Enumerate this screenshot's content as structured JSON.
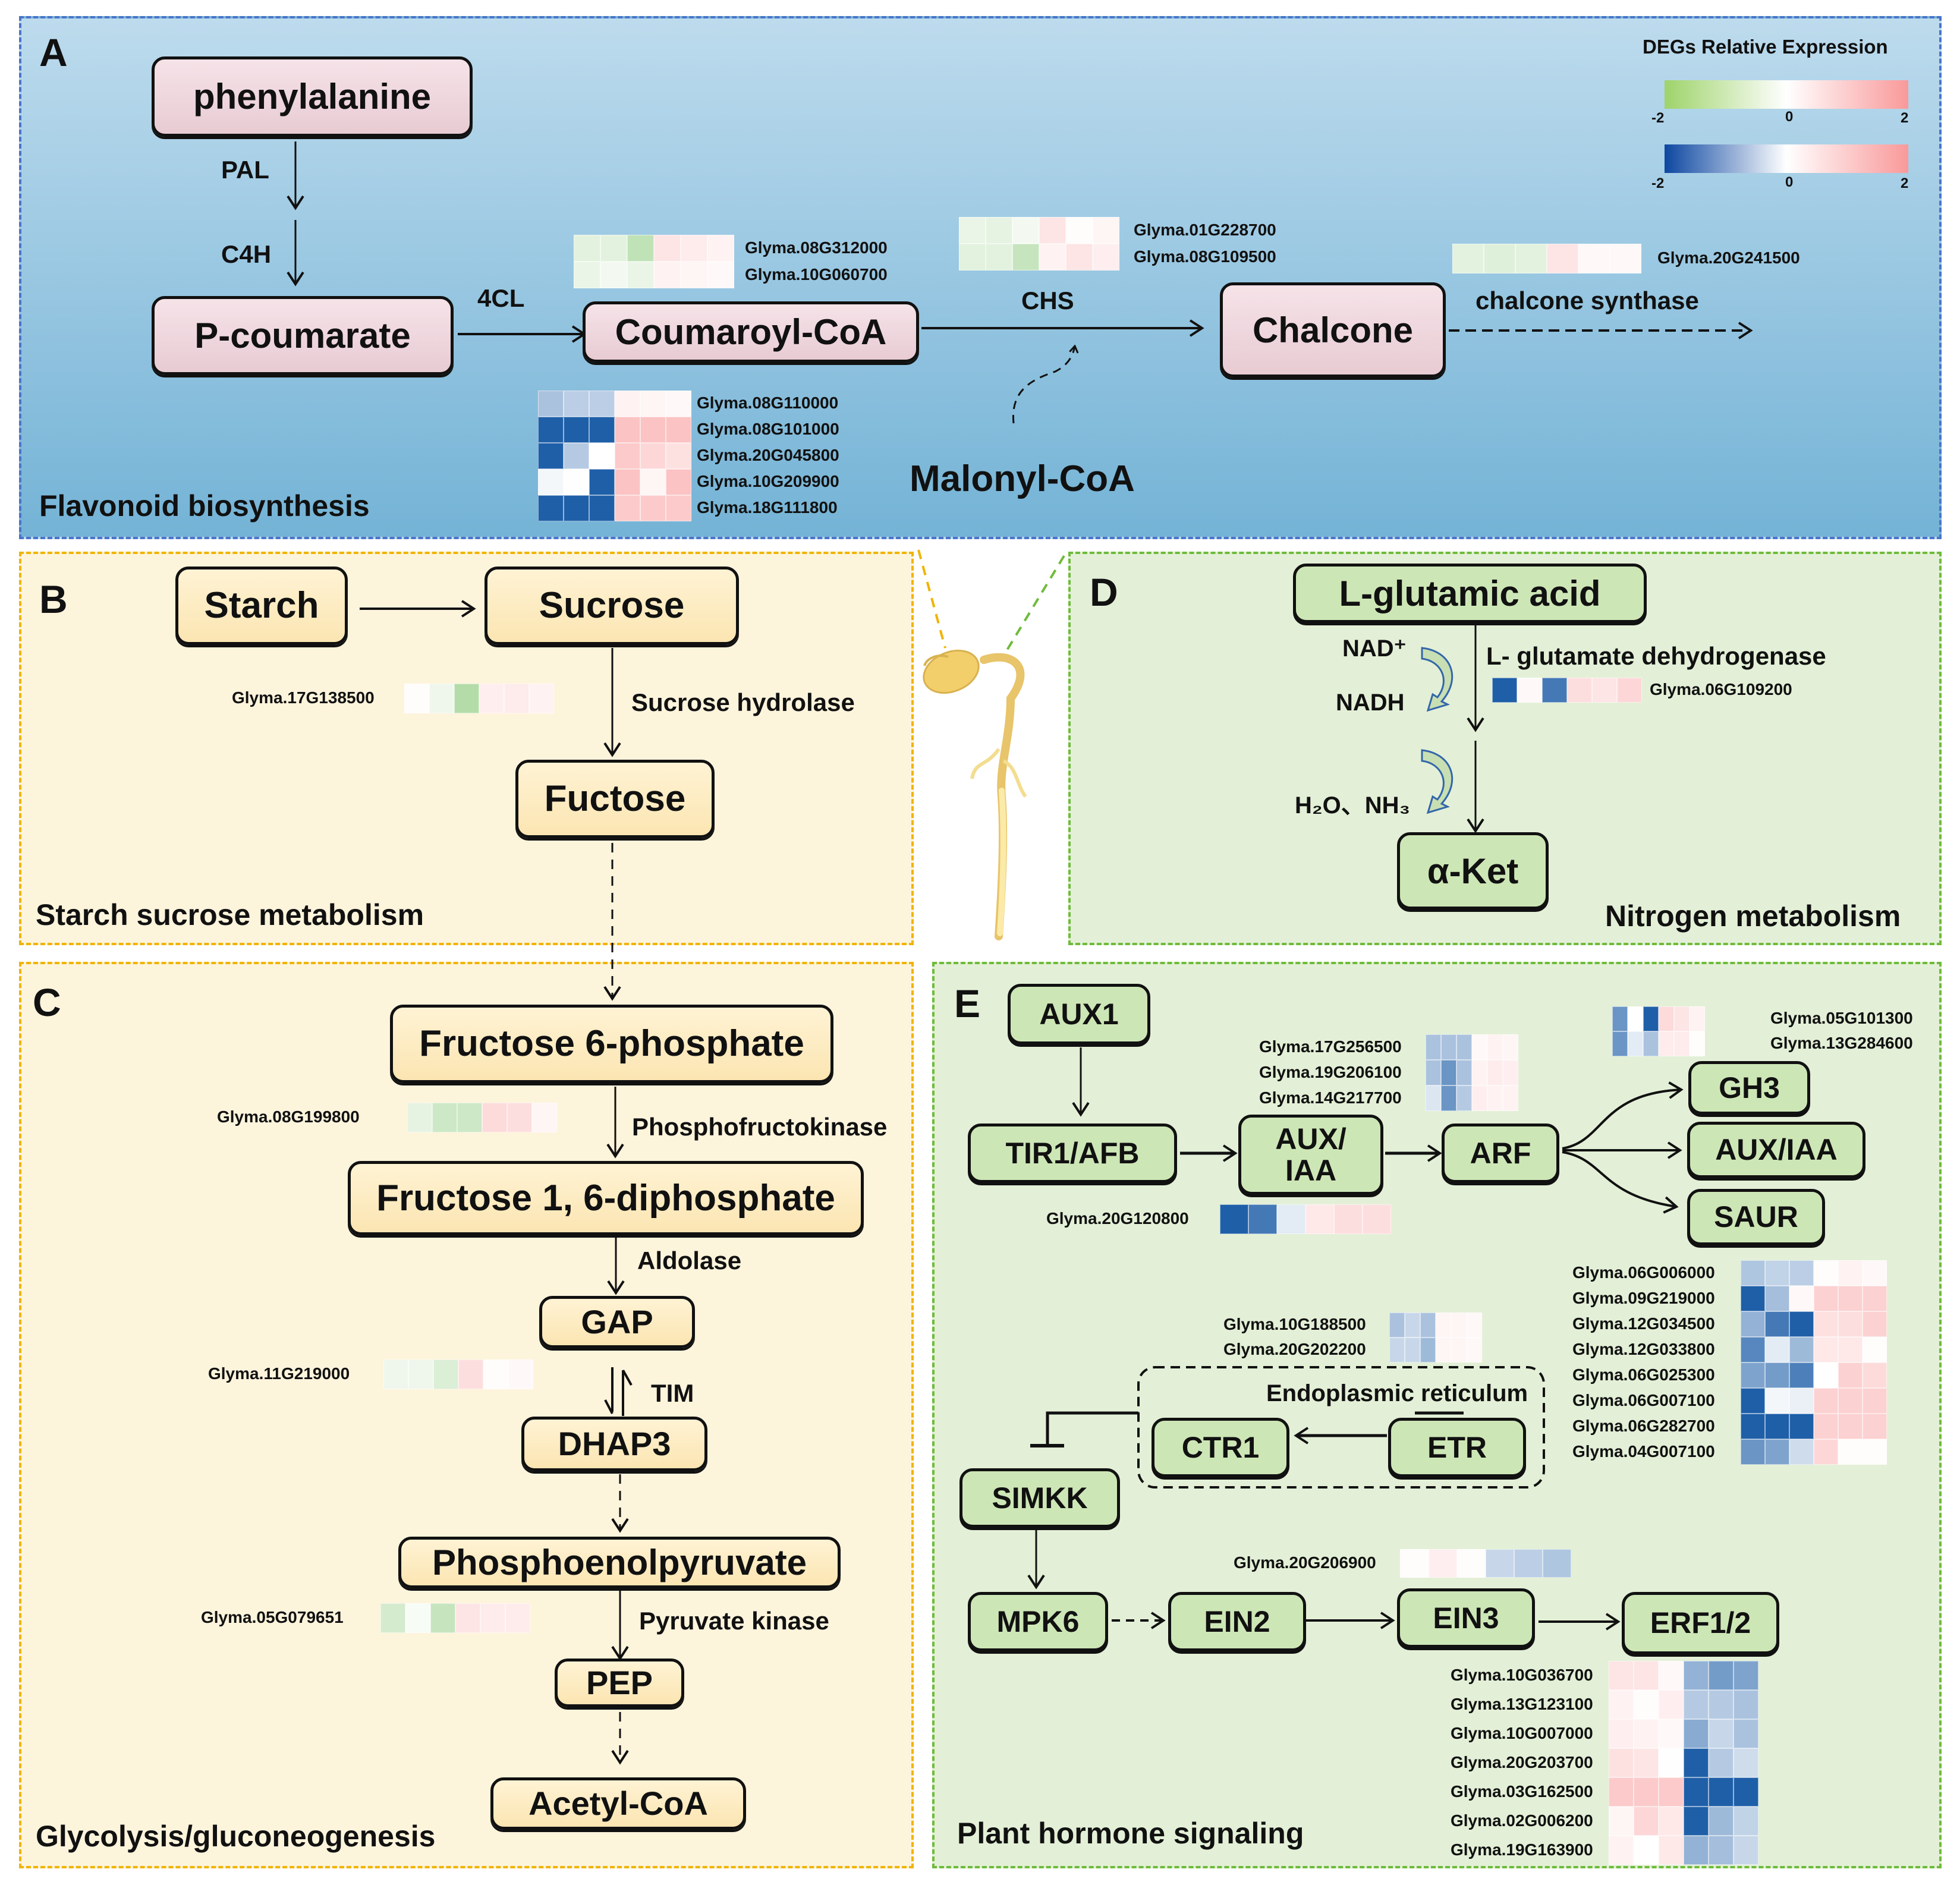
{
  "legend": {
    "title": "DEGs Relative Expression",
    "scales": [
      {
        "name": "green-red",
        "colors": [
          "#9ed36a",
          "#ffffff",
          "#f9999a"
        ],
        "ticks": [
          "-2",
          "0",
          "2"
        ]
      },
      {
        "name": "blue-red",
        "colors": [
          "#0d47a1",
          "#ffffff",
          "#f9999a"
        ],
        "ticks": [
          "-2",
          "0",
          "2"
        ]
      }
    ]
  },
  "palettes": {
    "green": {
      "neg": "#7cc26a",
      "pos": "#f9999a"
    },
    "blue": {
      "neg": "#1f5fa8",
      "pos": "#f9999a"
    }
  },
  "panels": {
    "A": {
      "letter": "A",
      "title": "Flavonoid biosynthesis",
      "nodes": {
        "phenylalanine": "phenylalanine",
        "pcoumarate": "P-coumarate",
        "coumaroyl": "Coumaroyl-CoA",
        "chalcone": "Chalcone"
      },
      "labels": {
        "pal": "PAL",
        "c4h": "C4H",
        "fourcl": "4CL",
        "chs": "CHS",
        "chalcone_synthase": "chalcone synthase",
        "malonyl": "Malonyl-CoA"
      },
      "heatmaps": {
        "fourcl": {
          "palette": "green",
          "genes": [
            "Glyma.08G312000",
            "Glyma.10G060700"
          ],
          "values": [
            [
              -0.3,
              -0.3,
              -0.8,
              0.4,
              0.3,
              0.2
            ],
            [
              -0.2,
              -0.1,
              -0.2,
              0.2,
              0.15,
              0.1
            ]
          ]
        },
        "chs": {
          "palette": "green",
          "genes": [
            "Glyma.01G228700",
            "Glyma.08G109500"
          ],
          "values": [
            [
              -0.2,
              -0.25,
              -0.1,
              0.4,
              0.05,
              0.15
            ],
            [
              -0.3,
              -0.3,
              -0.7,
              0.2,
              0.4,
              0.25
            ]
          ]
        },
        "chalcone_synthase": {
          "palette": "green",
          "genes": [
            "Glyma.20G241500"
          ],
          "values": [
            [
              -0.3,
              -0.35,
              -0.3,
              0.4,
              0.1,
              0.1
            ]
          ]
        },
        "fourcl_blue": {
          "palette": "blue",
          "genes": [
            "Glyma.08G110000",
            "Glyma.08G101000",
            "Glyma.20G045800",
            "Glyma.10G209900",
            "Glyma.18G111800"
          ],
          "values": [
            [
              -0.6,
              -0.45,
              -0.45,
              0.2,
              0.15,
              0.1
            ],
            [
              -2,
              -2,
              -2,
              0.9,
              0.9,
              0.9
            ],
            [
              -2,
              -0.5,
              0.0,
              0.8,
              0.6,
              0.45
            ],
            [
              -0.05,
              0.02,
              -2,
              0.9,
              0.15,
              0.9
            ],
            [
              -2,
              -2,
              -2,
              0.8,
              0.8,
              0.8
            ]
          ]
        }
      }
    },
    "B": {
      "letter": "B",
      "title": "Starch sucrose metabolism",
      "nodes": {
        "starch": "Starch",
        "sucrose": "Sucrose",
        "fuctose": "Fuctose"
      },
      "labels": {
        "hydrolase": "Sucrose hydrolase"
      },
      "heatmaps": {
        "hydrolase": {
          "palette": "green",
          "genes": [
            "Glyma.17G138500"
          ],
          "values": [
            [
              0.05,
              -0.15,
              -1.0,
              0.25,
              0.3,
              0.2
            ]
          ]
        }
      }
    },
    "C": {
      "letter": "C",
      "title": "Glycolysis/gluconeogenesis",
      "nodes": {
        "f6p": "Fructose 6-phosphate",
        "f16dp": "Fructose 1, 6-diphosphate",
        "gap": "GAP",
        "dhap3": "DHAP3",
        "pep_full": "Phosphoenolpyruvate",
        "pep": "PEP",
        "acetyl": "Acetyl-CoA"
      },
      "labels": {
        "pfk": "Phosphofructokinase",
        "aldolase": "Aldolase",
        "tim": "TIM",
        "pk": "Pyruvate kinase"
      },
      "heatmaps": {
        "pfk": {
          "palette": "green",
          "genes": [
            "Glyma.08G199800"
          ],
          "values": [
            [
              -0.25,
              -0.6,
              -0.6,
              0.55,
              0.5,
              0.15
            ]
          ]
        },
        "tim": {
          "palette": "green",
          "genes": [
            "Glyma.11G219000"
          ],
          "values": [
            [
              -0.15,
              -0.15,
              -0.4,
              0.5,
              0.05,
              0.1
            ]
          ]
        },
        "pk": {
          "palette": "green",
          "genes": [
            "Glyma.05G079651"
          ],
          "values": [
            [
              -0.5,
              -0.05,
              -0.7,
              0.4,
              0.3,
              0.3
            ]
          ]
        }
      }
    },
    "D": {
      "letter": "D",
      "title": "Nitrogen metabolism",
      "nodes": {
        "glutamic": "L-glutamic acid",
        "aket": "α-Ket"
      },
      "labels": {
        "nad": "NAD⁺",
        "nadh": "NADH",
        "h2o": "H₂O、NH₃",
        "gdh": "L- glutamate dehydrogenase"
      },
      "heatmaps": {
        "gdh": {
          "palette": "blue",
          "genes": [
            "Glyma.06G109200"
          ],
          "values": [
            [
              -2,
              0.1,
              -1.6,
              0.5,
              0.4,
              0.6
            ]
          ]
        }
      }
    },
    "E": {
      "letter": "E",
      "title": "Plant hormone signaling",
      "nodes": {
        "aux1": "AUX1",
        "tir1": "TIR1/AFB",
        "auxiaa": "AUX/\nIAA",
        "arf": "ARF",
        "gh3": "GH3",
        "auxiaa2": "AUX/IAA",
        "saur": "SAUR",
        "ctr1": "CTR1",
        "etr": "ETR",
        "simkk": "SIMKK",
        "mpk6": "MPK6",
        "ein2": "EIN2",
        "ein3": "EIN3",
        "erf": "ERF1/2"
      },
      "labels": {
        "er": "Endoplasmic reticulum"
      },
      "heatmaps": {
        "auxiaa_top": {
          "palette": "blue",
          "genes": [
            "Glyma.17G256500",
            "Glyma.19G206100",
            "Glyma.14G217700"
          ],
          "values": [
            [
              -0.6,
              -0.6,
              -0.6,
              0.1,
              0.2,
              0.15
            ],
            [
              -0.6,
              -1.2,
              -0.6,
              0.2,
              0.3,
              0.25
            ],
            [
              -0.2,
              -1.2,
              -0.5,
              0.25,
              0.2,
              0.2
            ]
          ]
        },
        "auxiaa_bottom": {
          "palette": "blue",
          "genes": [
            "Glyma.20G120800"
          ],
          "values": [
            [
              -2,
              -1.6,
              -0.15,
              0.35,
              0.5,
              0.5
            ]
          ]
        },
        "gh3": {
          "palette": "blue",
          "genes": [
            "Glyma.05G101300",
            "Glyma.13G284600"
          ],
          "values": [
            [
              -1.2,
              0.0,
              -2,
              0.55,
              0.4,
              0.2
            ],
            [
              -1.2,
              -0.15,
              -0.6,
              0.3,
              0.3,
              0.05
            ]
          ]
        },
        "etr": {
          "palette": "blue",
          "genes": [
            "Glyma.10G188500",
            "Glyma.20G202200"
          ],
          "values": [
            [
              -0.6,
              -0.35,
              -0.6,
              0.15,
              0.15,
              0.1
            ],
            [
              -0.35,
              -0.35,
              -0.7,
              0.15,
              0.15,
              0.1
            ]
          ]
        },
        "ctr": {
          "palette": "blue",
          "genes": [
            "Glyma.06G006000",
            "Glyma.09G219000",
            "Glyma.12G034500",
            "Glyma.12G033800",
            "Glyma.06G025300",
            "Glyma.06G007100",
            "Glyma.06G282700",
            "Glyma.04G007100"
          ],
          "values": [
            [
              -0.55,
              -0.4,
              -0.45,
              0.05,
              0.2,
              0.1
            ],
            [
              -2,
              -0.65,
              0.1,
              0.7,
              0.7,
              0.7
            ],
            [
              -0.8,
              -1.6,
              -2,
              0.45,
              0.5,
              0.7
            ],
            [
              -1.4,
              -0.15,
              -0.7,
              0.35,
              0.35,
              0.05
            ],
            [
              -1.0,
              -1.1,
              -1.5,
              0.0,
              0.7,
              0.55
            ],
            [
              -2,
              -0.05,
              -0.1,
              0.7,
              0.7,
              0.7
            ],
            [
              -2,
              -2,
              -2,
              0.7,
              0.7,
              0.7
            ],
            [
              -1.2,
              -1.0,
              -0.3,
              0.6,
              0.05,
              0.05
            ]
          ]
        },
        "ein3": {
          "palette": "blue",
          "genes": [
            "Glyma.20G206900"
          ],
          "values": [
            [
              0.05,
              0.25,
              0.05,
              -0.35,
              -0.45,
              -0.55
            ]
          ]
        },
        "erf": {
          "palette": "blue",
          "genes": [
            "Glyma.10G036700",
            "Glyma.13G123100",
            "Glyma.10G007000",
            "Glyma.20G203700",
            "Glyma.03G162500",
            "Glyma.02G006200",
            "Glyma.19G163900"
          ],
          "values": [
            [
              0.4,
              0.4,
              0.1,
              -0.8,
              -1.1,
              -1.0
            ],
            [
              0.2,
              0.05,
              0.25,
              -0.5,
              -0.5,
              -0.6
            ],
            [
              0.25,
              0.2,
              0.1,
              -0.9,
              -0.35,
              -0.6
            ],
            [
              0.45,
              0.4,
              0.02,
              -2,
              -0.5,
              -0.3
            ],
            [
              0.8,
              0.8,
              0.8,
              -2,
              -2,
              -2
            ],
            [
              0.15,
              0.6,
              0.35,
              -2,
              -0.7,
              -0.4
            ],
            [
              0.2,
              0.0,
              0.35,
              -0.8,
              -0.65,
              -0.35
            ]
          ]
        }
      }
    }
  }
}
